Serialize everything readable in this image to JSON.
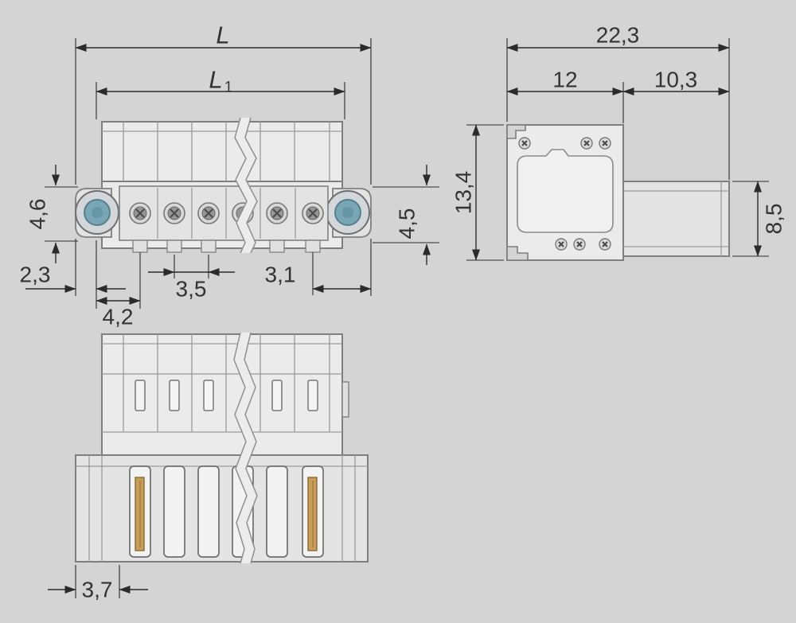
{
  "background": "#d4d4d4",
  "colors": {
    "part_outline": "#7f7f7f",
    "part_fill": "#ebebeb",
    "dimension_line": "#2b2b2b",
    "dimension_text": "#333333",
    "bushing_teal": "#7aa5b4",
    "pin_gold": "#c79d5c"
  },
  "dimensions": {
    "overall_length": "L",
    "housing_length_main": "L",
    "housing_length_sub": "1",
    "flange_height": "4,6",
    "right_height": "4,5",
    "flange_offset": "2,3",
    "first_pole_offset": "4,2",
    "pole_pitch": "3,5",
    "last_pole_offset": "3,1",
    "total_depth": "22,3",
    "housing_depth": "12",
    "shroud_depth": "10,3",
    "housing_height": "13,4",
    "shroud_height": "8,5",
    "pin_offset": "3,7"
  }
}
